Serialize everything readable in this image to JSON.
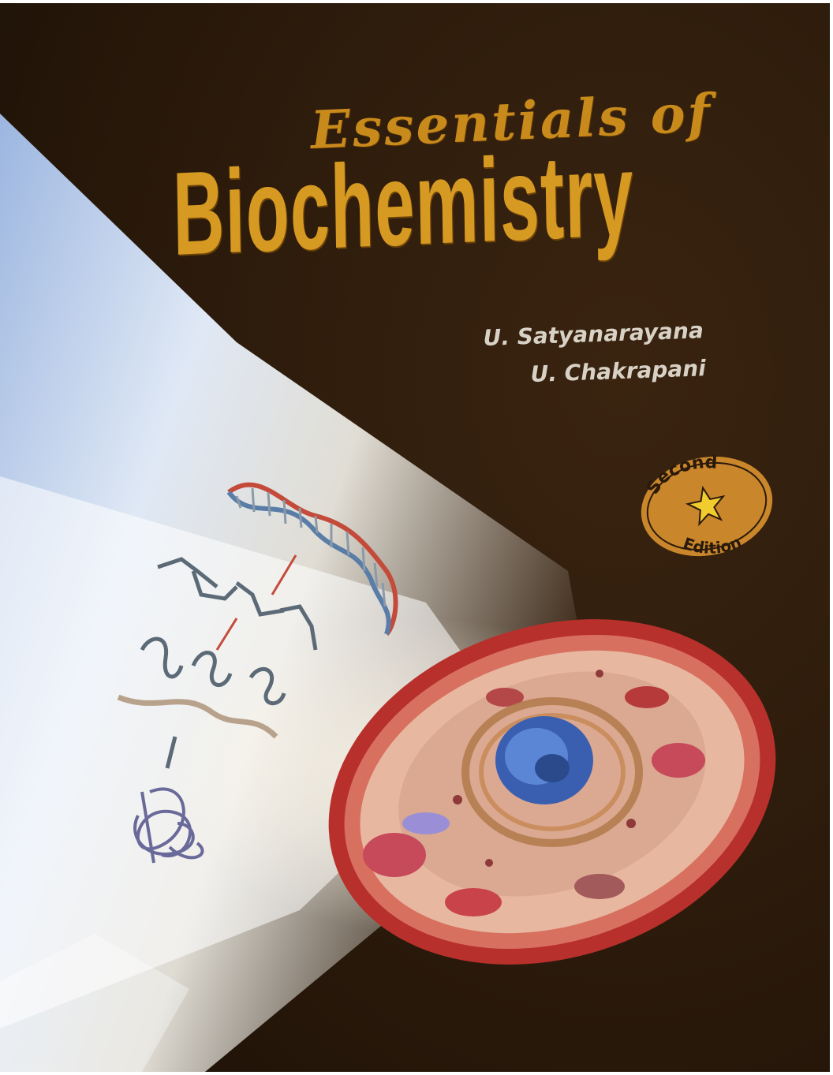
{
  "book_cover": {
    "title_line1": "Essentials of",
    "title_line2": "Biochemistry",
    "authors": [
      "U. Satyanarayana",
      "U. Chakrapani"
    ],
    "edition_seal": {
      "top_word": "Second",
      "bottom_word": "Edition"
    },
    "colors": {
      "title": "#d69a22",
      "background": "#2a1a0c",
      "light_beam": "#cfe0f4",
      "seal": "#c9862a",
      "cell_membrane": "#c03a3a",
      "nucleus": "#3a5fb0"
    },
    "illustration_icons": [
      "dna-double-helix-icon",
      "protein-chain-icon",
      "molecule-icon",
      "animal-cell-icon",
      "star-icon"
    ]
  }
}
